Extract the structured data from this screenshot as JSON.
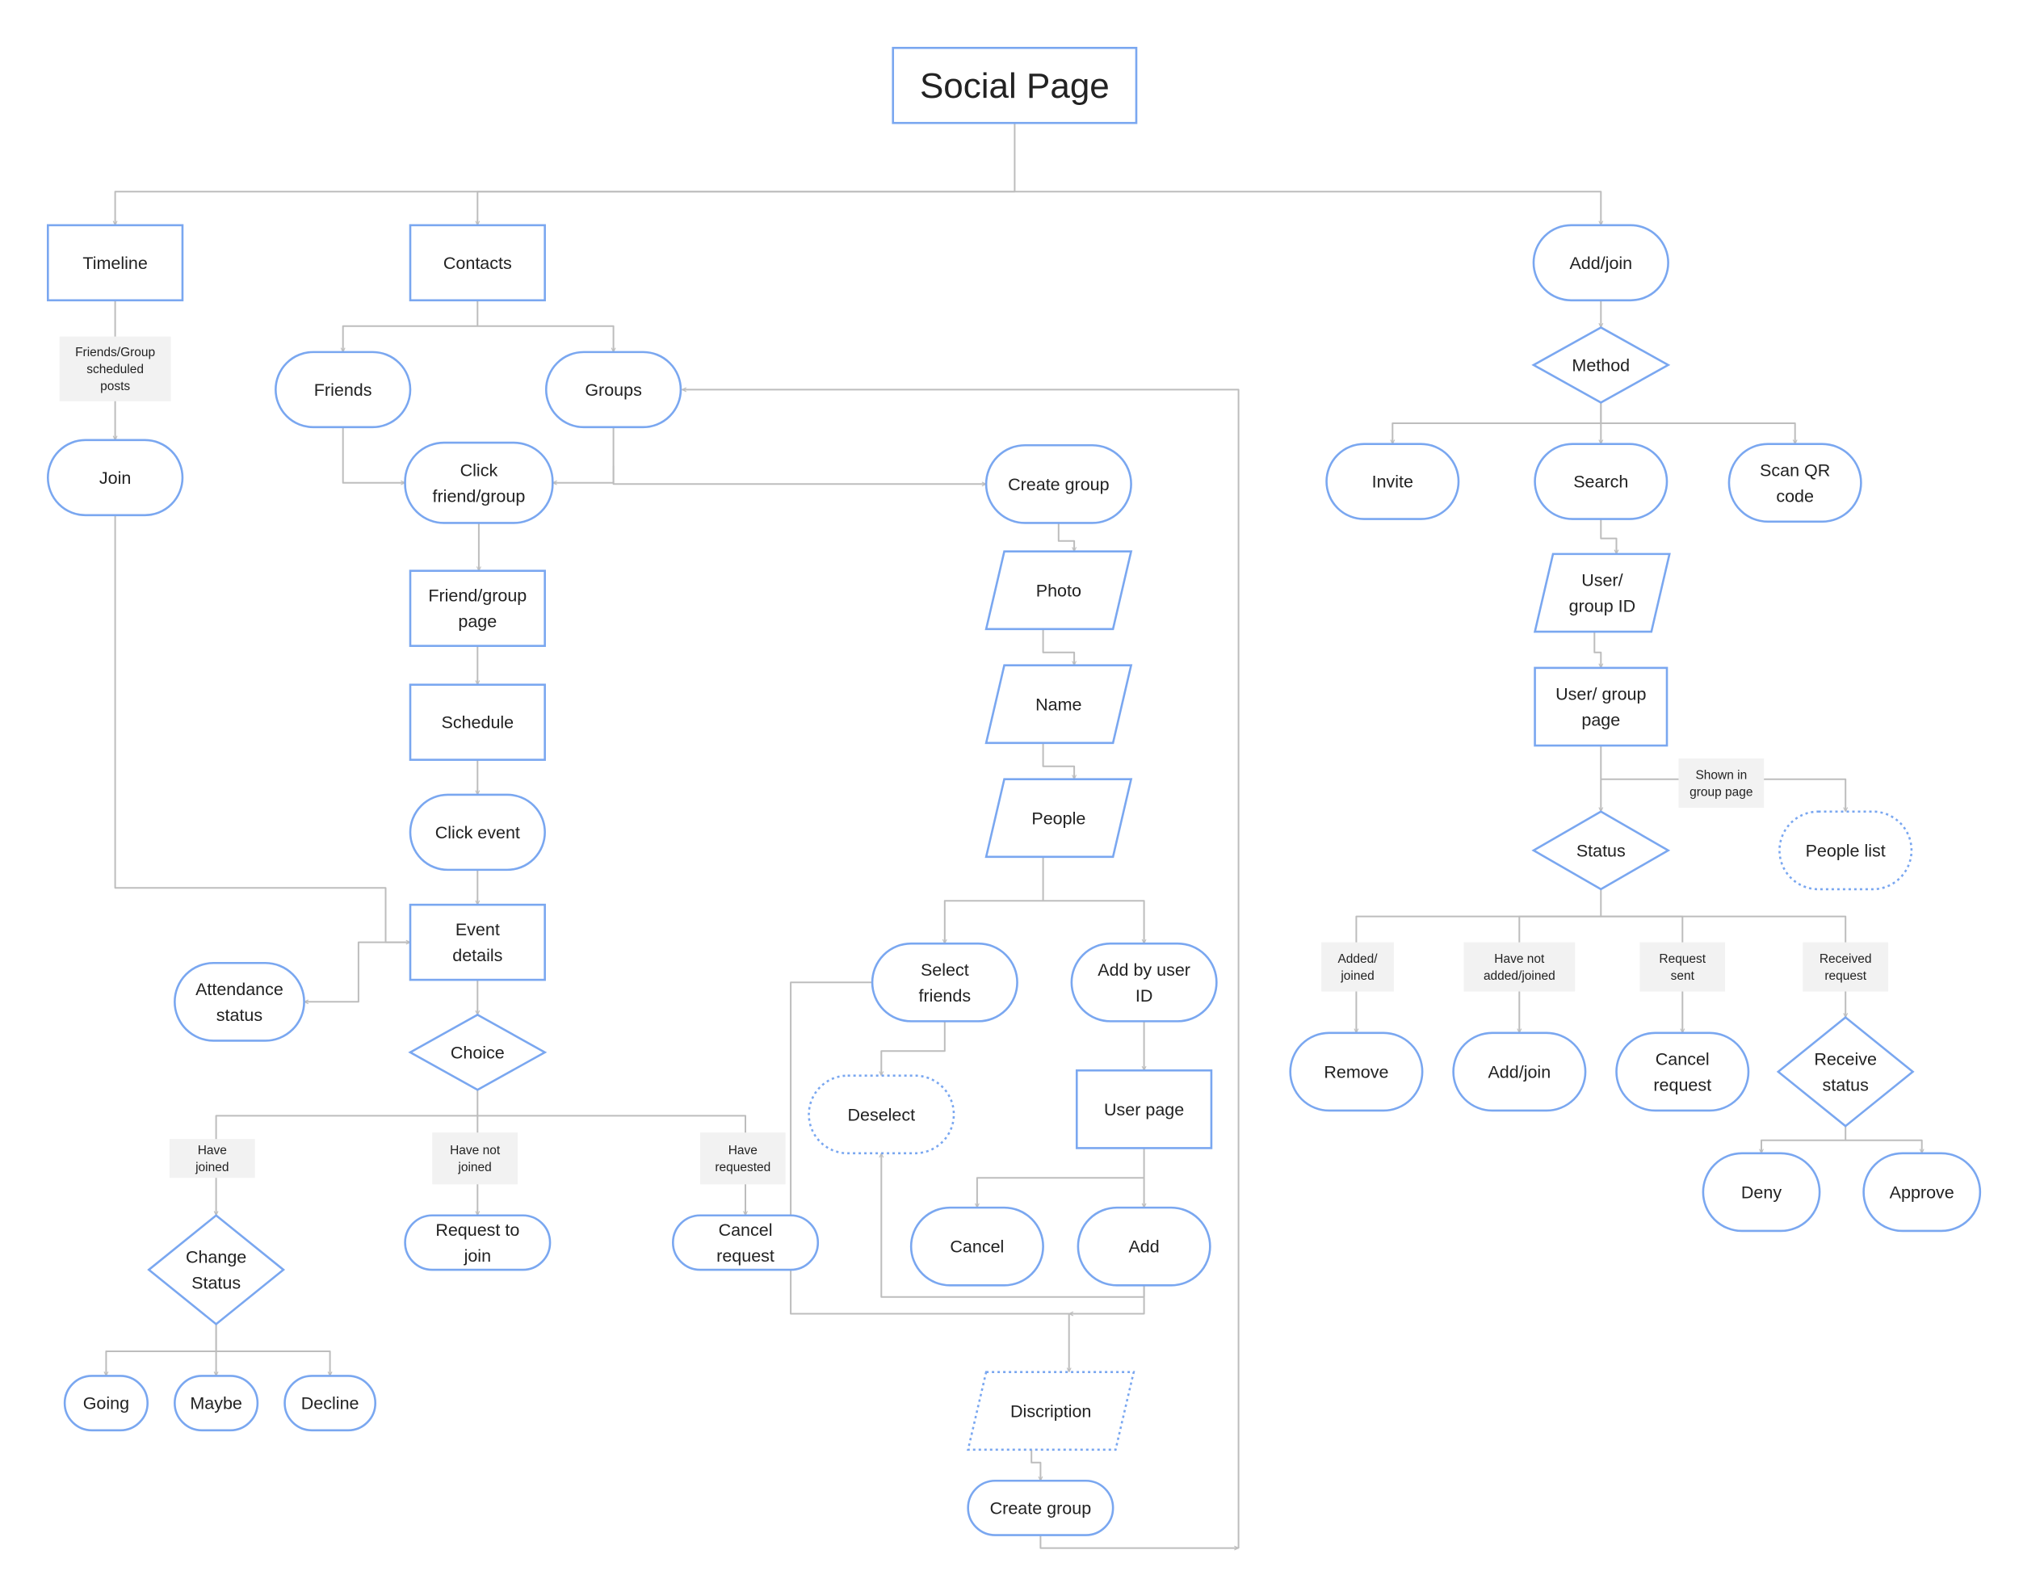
{
  "title": "Social Page",
  "colors": {
    "node_stroke": "#7AA7F0",
    "connector": "#BDBDBD",
    "label_bg": "#F2F2F2",
    "text": "#222222"
  },
  "nodes": {
    "social_page": "Social Page",
    "timeline": "Timeline",
    "contacts": "Contacts",
    "add_join": "Add/join",
    "join": "Join",
    "friends": "Friends",
    "groups": "Groups",
    "click_friend_group": "Click friend/group",
    "friend_group_page": "Friend/group page",
    "schedule": "Schedule",
    "click_event": "Click event",
    "event_details": "Event details",
    "attendance_status": "Attendance status",
    "choice": "Choice",
    "change_status": "Change Status",
    "going": "Going",
    "maybe": "Maybe",
    "decline": "Decline",
    "request_to_join": "Request to join",
    "cancel_request_choice": "Cancel request",
    "create_group": "Create group",
    "photo": "Photo",
    "name": "Name",
    "people": "People",
    "select_friends": "Select friends",
    "add_by_user_id": "Add by user ID",
    "deselect": "Deselect",
    "user_page_add": "User page",
    "cancel": "Cancel",
    "add": "Add",
    "discription": "Discription",
    "create_group_final": "Create group",
    "method": "Method",
    "invite": "Invite",
    "search": "Search",
    "scan_qr_code": "Scan QR code",
    "user_group_id": "User/ group ID",
    "user_group_page": "User/ group page",
    "status": "Status",
    "people_list": "People list",
    "remove": "Remove",
    "add_join_status": "Add/join",
    "cancel_request_status": "Cancel request",
    "receive_status": "Receive status",
    "deny": "Deny",
    "approve": "Approve"
  },
  "edge_labels": {
    "scheduled_posts": "Friends/Group scheduled posts",
    "have_joined": "Have joined",
    "have_not_joined": "Have not joined",
    "have_requested": "Have requested",
    "shown_in_group_page": "Shown in group page",
    "added_joined": "Added/ joined",
    "have_not_added_joined": "Have not added/joined",
    "request_sent": "Request sent",
    "received_request": "Received request"
  }
}
